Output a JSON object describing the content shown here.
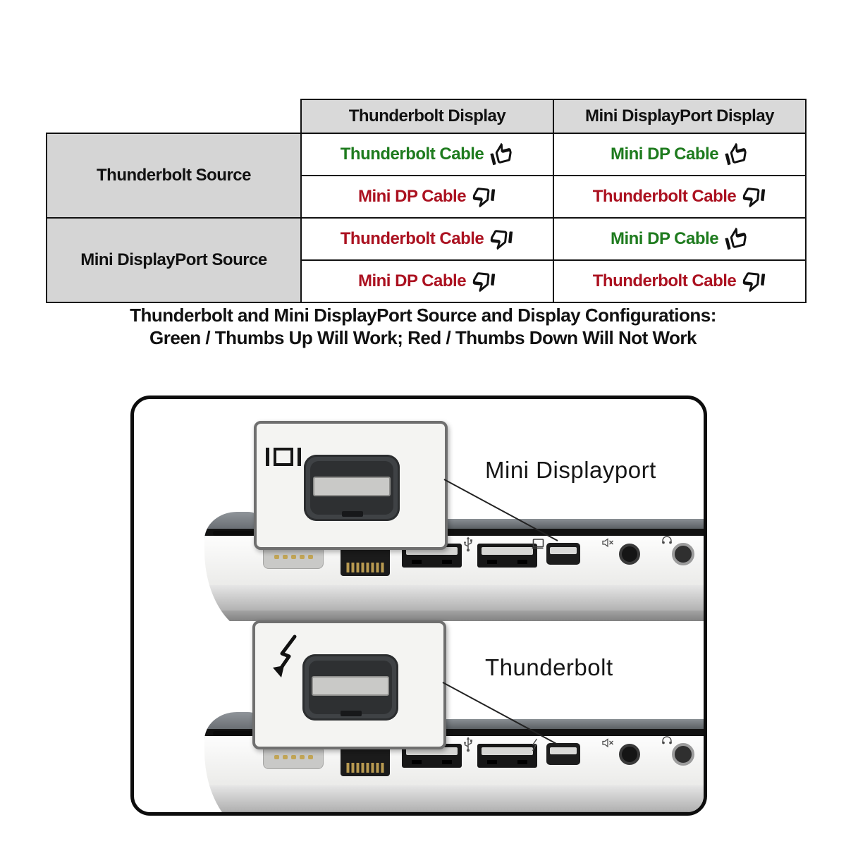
{
  "table": {
    "col_headers": [
      "Thunderbolt Display",
      "Mini DisplayPort Display"
    ],
    "row_groups": [
      {
        "header": "Thunderbolt Source",
        "rows": [
          {
            "cells": [
              {
                "label": "Thunderbolt Cable",
                "verdict": "thumbs-up",
                "color": "green"
              },
              {
                "label": "Mini DP Cable",
                "verdict": "thumbs-up",
                "color": "green"
              }
            ]
          },
          {
            "cells": [
              {
                "label": "Mini DP Cable",
                "verdict": "thumbs-down",
                "color": "red"
              },
              {
                "label": "Thunderbolt Cable",
                "verdict": "thumbs-down",
                "color": "red"
              }
            ]
          }
        ]
      },
      {
        "header": "Mini DisplayPort Source",
        "rows": [
          {
            "cells": [
              {
                "label": "Thunderbolt Cable",
                "verdict": "thumbs-down",
                "color": "red"
              },
              {
                "label": "Mini DP Cable",
                "verdict": "thumbs-up",
                "color": "green"
              }
            ]
          },
          {
            "cells": [
              {
                "label": "Mini DP Cable",
                "verdict": "thumbs-down",
                "color": "red"
              },
              {
                "label": "Thunderbolt Cable",
                "verdict": "thumbs-down",
                "color": "red"
              }
            ]
          }
        ]
      }
    ],
    "colors": {
      "works_green": "#1e7b1e",
      "fails_red": "#ab1120"
    }
  },
  "caption": {
    "line1": "Thunderbolt and Mini DisplayPort Source and Display Configurations:",
    "line2": "Green / Thumbs Up Will Work; Red / Thumbs Down Will Not Work"
  },
  "diagram": {
    "mini_displayport_label": "Mini Displayport",
    "thunderbolt_label": "Thunderbolt"
  }
}
